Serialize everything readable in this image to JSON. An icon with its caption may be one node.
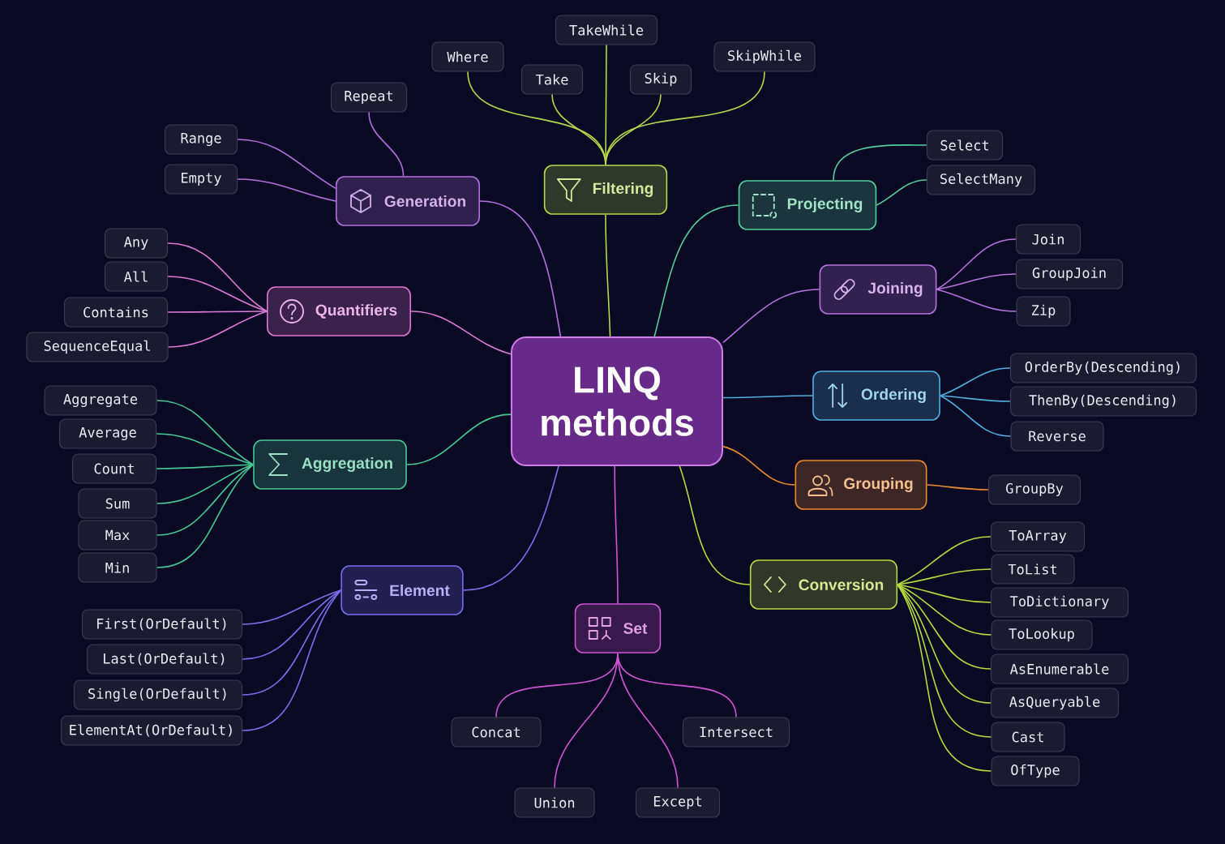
{
  "diagram": {
    "nodes": [
      {
        "text": [
          "LINQ methods"
        ]
      },
      {
        "text": [
          "Generation"
        ]
      },
      {
        "text": [
          "Filtering"
        ]
      },
      {
        "text": [
          "Projecting"
        ]
      },
      {
        "text": [
          "Joining"
        ]
      },
      {
        "text": [
          "Quantifiers"
        ]
      },
      {
        "text": [
          "Ordering"
        ]
      },
      {
        "text": [
          "Aggregation"
        ]
      },
      {
        "text": [
          "Grouping"
        ]
      },
      {
        "text": [
          "Element"
        ]
      },
      {
        "text": [
          "Set"
        ]
      },
      {
        "text": [
          "Conversion"
        ]
      },
      {
        "text": [
          "Repeat"
        ]
      },
      {
        "text": [
          "Range"
        ]
      },
      {
        "text": [
          "Empty"
        ]
      },
      {
        "text": [
          "Where"
        ]
      },
      {
        "text": [
          "TakeWhile"
        ]
      },
      {
        "text": [
          "Take"
        ]
      },
      {
        "text": [
          "Skip"
        ]
      },
      {
        "text": [
          "SkipWhile"
        ]
      },
      {
        "text": [
          "Select"
        ]
      },
      {
        "text": [
          "SelectMany"
        ]
      },
      {
        "text": [
          "Join"
        ]
      },
      {
        "text": [
          "GroupJoin"
        ]
      },
      {
        "text": [
          "Zip"
        ]
      },
      {
        "text": [
          "Any"
        ]
      },
      {
        "text": [
          "All"
        ]
      },
      {
        "text": [
          "Contains"
        ]
      },
      {
        "text": [
          "SequenceEqual"
        ]
      },
      {
        "text": [
          "OrderBy(Descending)"
        ]
      },
      {
        "text": [
          "ThenBy(Descending)"
        ]
      },
      {
        "text": [
          "Reverse"
        ]
      },
      {
        "text": [
          "Aggregate"
        ]
      },
      {
        "text": [
          "Average"
        ]
      },
      {
        "text": [
          "Count"
        ]
      },
      {
        "text": [
          "Sum"
        ]
      },
      {
        "text": [
          "Max"
        ]
      },
      {
        "text": [
          "Min"
        ]
      },
      {
        "text": [
          "GroupBy"
        ]
      },
      {
        "text": [
          "First(OrDefault)"
        ]
      },
      {
        "text": [
          "Last(OrDefault)"
        ]
      },
      {
        "text": [
          "Single(OrDefault)"
        ]
      },
      {
        "text": [
          "ElementAt(OrDefault)"
        ]
      },
      {
        "text": [
          "Concat"
        ]
      },
      {
        "text": [
          "Intersect"
        ]
      },
      {
        "text": [
          "Union"
        ]
      },
      {
        "text": [
          "Except"
        ]
      },
      {
        "text": [
          "ToArray"
        ]
      },
      {
        "text": [
          "ToList"
        ]
      },
      {
        "text": [
          "ToDictionary"
        ]
      },
      {
        "text": [
          "ToLookup"
        ]
      },
      {
        "text": [
          "AsEnumerable"
        ]
      },
      {
        "text": [
          "AsQueryable"
        ]
      },
      {
        "text": [
          "Cast"
        ]
      },
      {
        "text": [
          "OfType"
        ]
      }
    ],
    "edges": [
      {
        "from": 0,
        "to": 1,
        "arrow": "none",
        "color": "#b46fe0"
      },
      {
        "from": 0,
        "to": 2,
        "arrow": "none",
        "color": "#b4d94a"
      },
      {
        "from": 0,
        "to": 3,
        "arrow": "none",
        "color": "#52cf9a"
      },
      {
        "from": 0,
        "to": 4,
        "arrow": "none",
        "color": "#b871e2"
      },
      {
        "from": 0,
        "to": 5,
        "arrow": "none",
        "color": "#df78d6"
      },
      {
        "from": 0,
        "to": 6,
        "arrow": "none",
        "color": "#4eb0e2"
      },
      {
        "from": 0,
        "to": 7,
        "arrow": "none",
        "color": "#44c992"
      },
      {
        "from": 0,
        "to": 8,
        "arrow": "none",
        "color": "#ee8a2e"
      },
      {
        "from": 0,
        "to": 9,
        "arrow": "none",
        "color": "#7a6ef0"
      },
      {
        "from": 0,
        "to": 10,
        "arrow": "none",
        "color": "#d253d6"
      },
      {
        "from": 0,
        "to": 11,
        "arrow": "none",
        "color": "#b6da3c"
      },
      {
        "from": 1,
        "to": 12,
        "arrow": "none",
        "color": "#b46fe0"
      },
      {
        "from": 1,
        "to": 13,
        "arrow": "none",
        "color": "#b46fe0"
      },
      {
        "from": 1,
        "to": 14,
        "arrow": "none",
        "color": "#b46fe0"
      },
      {
        "from": 2,
        "to": 15,
        "arrow": "none",
        "color": "#b4d94a"
      },
      {
        "from": 2,
        "to": 16,
        "arrow": "none",
        "color": "#b4d94a"
      },
      {
        "from": 2,
        "to": 17,
        "arrow": "none",
        "color": "#b4d94a"
      },
      {
        "from": 2,
        "to": 18,
        "arrow": "none",
        "color": "#b4d94a"
      },
      {
        "from": 2,
        "to": 19,
        "arrow": "none",
        "color": "#b4d94a"
      },
      {
        "from": 3,
        "to": 20,
        "arrow": "none",
        "color": "#52cf9a"
      },
      {
        "from": 3,
        "to": 21,
        "arrow": "none",
        "color": "#52cf9a"
      },
      {
        "from": 4,
        "to": 22,
        "arrow": "none",
        "color": "#b871e2"
      },
      {
        "from": 4,
        "to": 23,
        "arrow": "none",
        "color": "#b871e2"
      },
      {
        "from": 4,
        "to": 24,
        "arrow": "none",
        "color": "#b871e2"
      },
      {
        "from": 5,
        "to": 25,
        "arrow": "none",
        "color": "#df78d6"
      },
      {
        "from": 5,
        "to": 26,
        "arrow": "none",
        "color": "#df78d6"
      },
      {
        "from": 5,
        "to": 27,
        "arrow": "none",
        "color": "#df78d6"
      },
      {
        "from": 5,
        "to": 28,
        "arrow": "none",
        "color": "#df78d6"
      },
      {
        "from": 6,
        "to": 29,
        "arrow": "none",
        "color": "#4eb0e2"
      },
      {
        "from": 6,
        "to": 30,
        "arrow": "none",
        "color": "#4eb0e2"
      },
      {
        "from": 6,
        "to": 31,
        "arrow": "none",
        "color": "#4eb0e2"
      },
      {
        "from": 7,
        "to": 32,
        "arrow": "none",
        "color": "#44c992"
      },
      {
        "from": 7,
        "to": 33,
        "arrow": "none",
        "color": "#44c992"
      },
      {
        "from": 7,
        "to": 34,
        "arrow": "none",
        "color": "#44c992"
      },
      {
        "from": 7,
        "to": 35,
        "arrow": "none",
        "color": "#44c992"
      },
      {
        "from": 7,
        "to": 36,
        "arrow": "none",
        "color": "#44c992"
      },
      {
        "from": 7,
        "to": 37,
        "arrow": "none",
        "color": "#44c992"
      },
      {
        "from": 8,
        "to": 38,
        "arrow": "none",
        "color": "#ee8a2e"
      },
      {
        "from": 9,
        "to": 39,
        "arrow": "none",
        "color": "#7a6ef0"
      },
      {
        "from": 9,
        "to": 40,
        "arrow": "none",
        "color": "#7a6ef0"
      },
      {
        "from": 9,
        "to": 41,
        "arrow": "none",
        "color": "#7a6ef0"
      },
      {
        "from": 9,
        "to": 42,
        "arrow": "none",
        "color": "#7a6ef0"
      },
      {
        "from": 10,
        "to": 43,
        "arrow": "none",
        "color": "#d253d6"
      },
      {
        "from": 10,
        "to": 44,
        "arrow": "none",
        "color": "#d253d6"
      },
      {
        "from": 10,
        "to": 45,
        "arrow": "none",
        "color": "#d253d6"
      },
      {
        "from": 10,
        "to": 46,
        "arrow": "none",
        "color": "#d253d6"
      },
      {
        "from": 11,
        "to": 47,
        "arrow": "none",
        "color": "#b6da3c"
      },
      {
        "from": 11,
        "to": 48,
        "arrow": "none",
        "color": "#b6da3c"
      },
      {
        "from": 11,
        "to": 49,
        "arrow": "none",
        "color": "#b6da3c"
      },
      {
        "from": 11,
        "to": 50,
        "arrow": "none",
        "color": "#b6da3c"
      },
      {
        "from": 11,
        "to": 51,
        "arrow": "none",
        "color": "#b6da3c"
      },
      {
        "from": 11,
        "to": 52,
        "arrow": "none",
        "color": "#b6da3c"
      },
      {
        "from": 11,
        "to": 53,
        "arrow": "none",
        "color": "#b6da3c"
      },
      {
        "from": 11,
        "to": 54,
        "arrow": "none",
        "color": "#b6da3c"
      }
    ]
  }
}
